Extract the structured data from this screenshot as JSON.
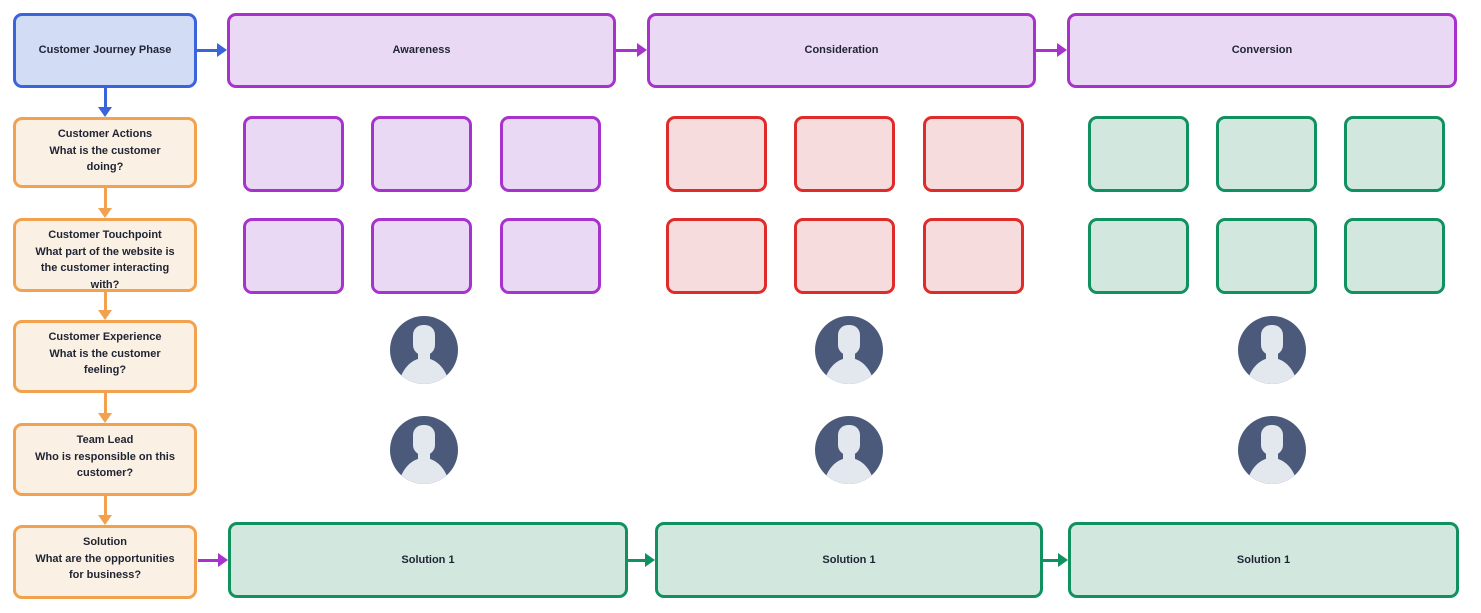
{
  "diagram": {
    "type": "customer-journey-map",
    "header": {
      "label": "Customer Journey Phase"
    },
    "phases": [
      {
        "label": "Awareness"
      },
      {
        "label": "Consideration"
      },
      {
        "label": "Conversion"
      }
    ],
    "rows": [
      {
        "title": "Customer Actions",
        "question": "What is the customer doing?"
      },
      {
        "title": "Customer Touchpoint",
        "question": "What part of the website is the customer interacting with?"
      },
      {
        "title": "Customer Experience",
        "question": "What is the customer feeling?"
      },
      {
        "title": "Team Lead",
        "question": "Who is responsible on this customer?"
      },
      {
        "title": "Solution",
        "question": "What are the opportunities for business?"
      }
    ],
    "solutions": [
      {
        "label": "Solution 1"
      },
      {
        "label": "Solution 1"
      },
      {
        "label": "Solution 1"
      }
    ],
    "placeholder_cards": {
      "awareness": {
        "rows": 2,
        "per_row": 3,
        "color": "purple"
      },
      "consideration": {
        "rows": 2,
        "per_row": 3,
        "color": "red"
      },
      "conversion": {
        "rows": 2,
        "per_row": 3,
        "color": "green"
      }
    },
    "avatars": {
      "rows": 2,
      "columns": 3,
      "icon": "person-avatar-icon"
    },
    "colors": {
      "blue_border": "#3b63da",
      "blue_fill": "#d3dcf5",
      "purple_border": "#a833cc",
      "purple_fill": "#ead9f4",
      "red_border": "#e02b2b",
      "red_fill": "#f6dcdc",
      "green_border": "#11915f",
      "green_fill": "#d2e7de",
      "orange_border": "#f2a14f",
      "orange_fill": "#faf0e4",
      "avatar_background": "#4b5a7a",
      "avatar_silhouette": "#e3e8ee",
      "text": "#1f2433"
    }
  }
}
